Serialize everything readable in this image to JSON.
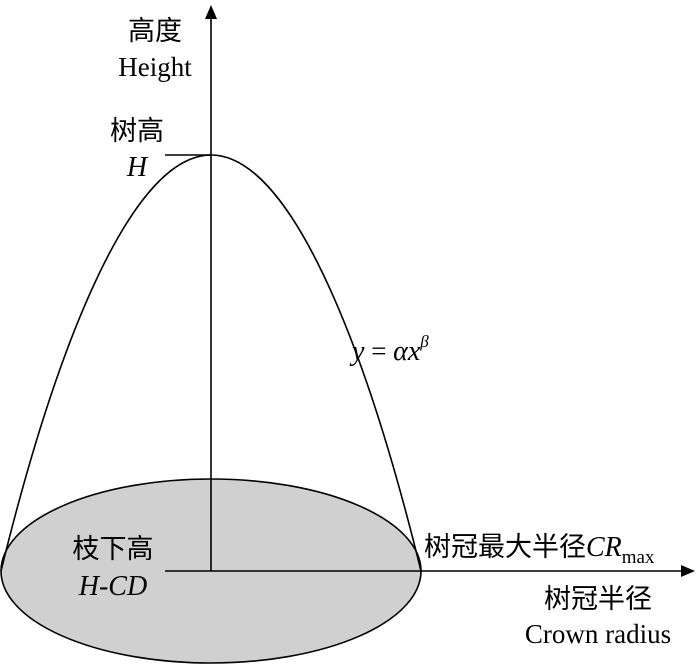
{
  "y_axis": {
    "label_zh": "高度",
    "label_en": "Height"
  },
  "x_axis": {
    "label_zh": "树冠半径",
    "label_en": "Crown radius"
  },
  "tree_height": {
    "label_zh": "树高",
    "symbol": "H"
  },
  "crown_base": {
    "label_zh": "枝下高",
    "symbol": "H-CD"
  },
  "max_radius": {
    "label_zh": "树冠最大半径",
    "symbol": "CR",
    "subscript": "max"
  },
  "equation": {
    "lhs": "y",
    "eq": " = ",
    "base": "αx",
    "exponent": "β"
  },
  "colors": {
    "line": "#000000",
    "ellipse_fill": "#d0d0d0",
    "background": "#ffffff"
  }
}
